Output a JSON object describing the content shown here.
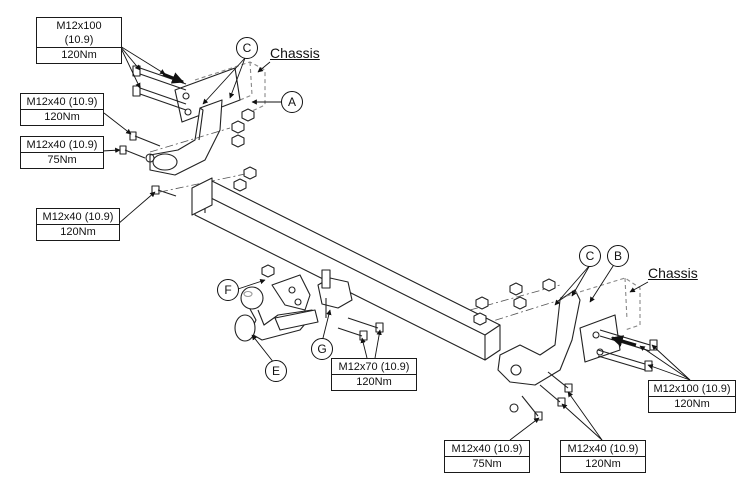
{
  "labels": {
    "chassis_left": "Chassis",
    "chassis_right": "Chassis"
  },
  "callouts": {
    "a": "A",
    "b": "B",
    "c_left": "C",
    "c_right": "C",
    "e": "E",
    "f": "F",
    "g": "G"
  },
  "specs": {
    "top_left_long": {
      "bolt": "M12x100 (10.9)",
      "torque": "120Nm"
    },
    "left_upper": {
      "bolt": "M12x40 (10.9)",
      "torque": "120Nm"
    },
    "left_middle": {
      "bolt": "M12x40 (10.9)",
      "torque": "75Nm"
    },
    "left_lower": {
      "bolt": "M12x40 (10.9)",
      "torque": "120Nm"
    },
    "center_ball_bolts": {
      "bolt": "M12x70 (10.9)",
      "torque": "120Nm"
    },
    "right_long": {
      "bolt": "M12x100 (10.9)",
      "torque": "120Nm"
    },
    "bottom_middle": {
      "bolt": "M12x40 (10.9)",
      "torque": "75Nm"
    },
    "bottom_right": {
      "bolt": "M12x40 (10.9)",
      "torque": "120Nm"
    }
  }
}
